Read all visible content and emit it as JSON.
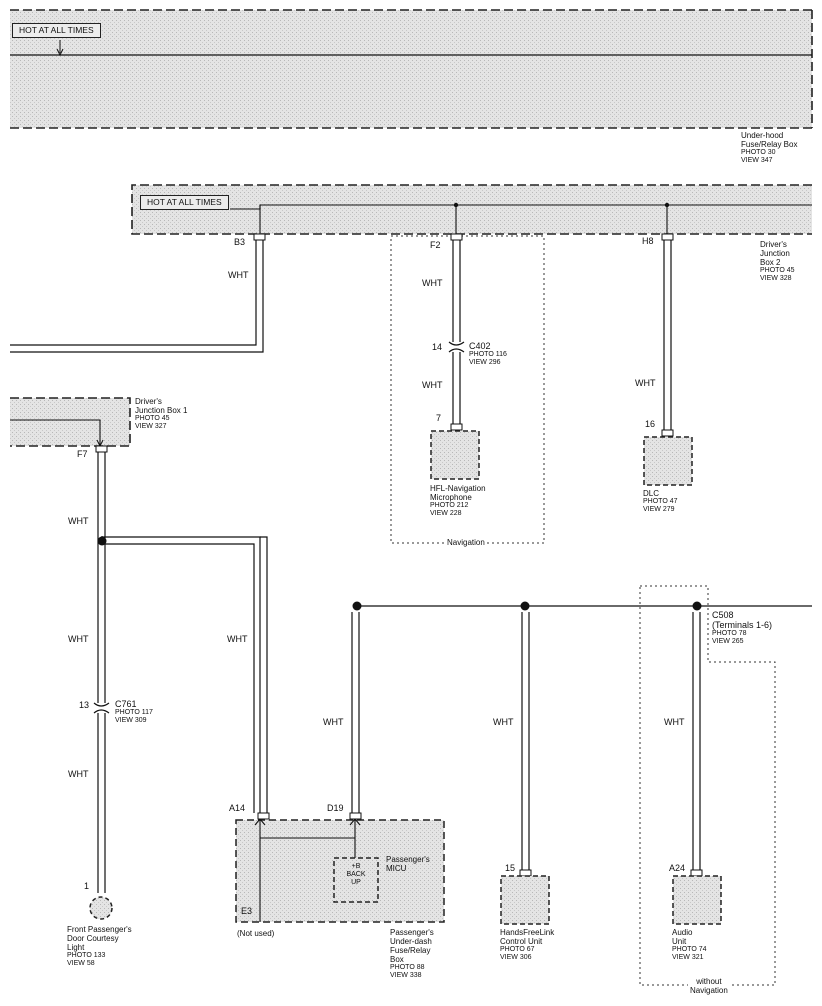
{
  "power": {
    "hot_label_top": "HOT AT ALL TIMES",
    "hot_label_jb2": "HOT AT ALL TIMES"
  },
  "boxes": {
    "underhood": {
      "name": [
        "Under-hood",
        "Fuse/Relay Box"
      ],
      "photo": "PHOTO 30",
      "view": "VIEW 347"
    },
    "jb2": {
      "name": [
        "Driver's",
        "Junction",
        "Box 2"
      ],
      "photo": "PHOTO 45",
      "view": "VIEW 328"
    },
    "jb1": {
      "name": [
        "Driver's",
        "Junction Box 1"
      ],
      "photo": "PHOTO 45",
      "view": "VIEW 327"
    },
    "passenger": {
      "name": [
        "Passenger's",
        "Under-dash",
        "Fuse/Relay",
        "Box"
      ],
      "photo": "PHOTO 88",
      "view": "VIEW 338"
    }
  },
  "pins": {
    "b3": "B3",
    "f2": "F2",
    "h8": "H8",
    "f7": "F7",
    "p14": "14",
    "p7": "7",
    "p16": "16",
    "p13": "13",
    "p1": "1",
    "a14": "A14",
    "d19": "D19",
    "e3": "E3",
    "p15": "15",
    "a24": "A24"
  },
  "wire_color": "WHT",
  "connectors": {
    "c402": {
      "name": "C402",
      "photo": "PHOTO 116",
      "view": "VIEW 296"
    },
    "c761": {
      "name": "C761",
      "photo": "PHOTO 117",
      "view": "VIEW 309"
    },
    "c508": {
      "name": "C508",
      "sub": "(Terminals 1-6)",
      "photo": "PHOTO 78",
      "view": "VIEW 265"
    }
  },
  "components": {
    "hfl_mic": {
      "name": [
        "HFL-Navigation",
        "Microphone"
      ],
      "photo": "PHOTO 212",
      "view": "VIEW 228"
    },
    "dlc": {
      "name": [
        "DLC"
      ],
      "photo": "PHOTO 47",
      "view": "VIEW 279"
    },
    "door_light": {
      "name": [
        "Front Passenger's",
        "Door Courtesy",
        "Light"
      ],
      "photo": "PHOTO 133",
      "view": "VIEW 58"
    },
    "micu": {
      "name": [
        "Passenger's",
        "MICU"
      ]
    },
    "backup": {
      "lines": [
        "+B",
        "BACK",
        "UP"
      ]
    },
    "hfl_unit": {
      "name": [
        "HandsFreeLink",
        "Control Unit"
      ],
      "photo": "PHOTO 67",
      "view": "VIEW 306"
    },
    "audio": {
      "name": [
        "Audio",
        "Unit"
      ],
      "photo": "PHOTO 74",
      "view": "VIEW 321"
    }
  },
  "notes": {
    "not_used": "(Not used)",
    "navigation": "Navigation",
    "without_navigation": [
      "without",
      "Navigation"
    ]
  }
}
